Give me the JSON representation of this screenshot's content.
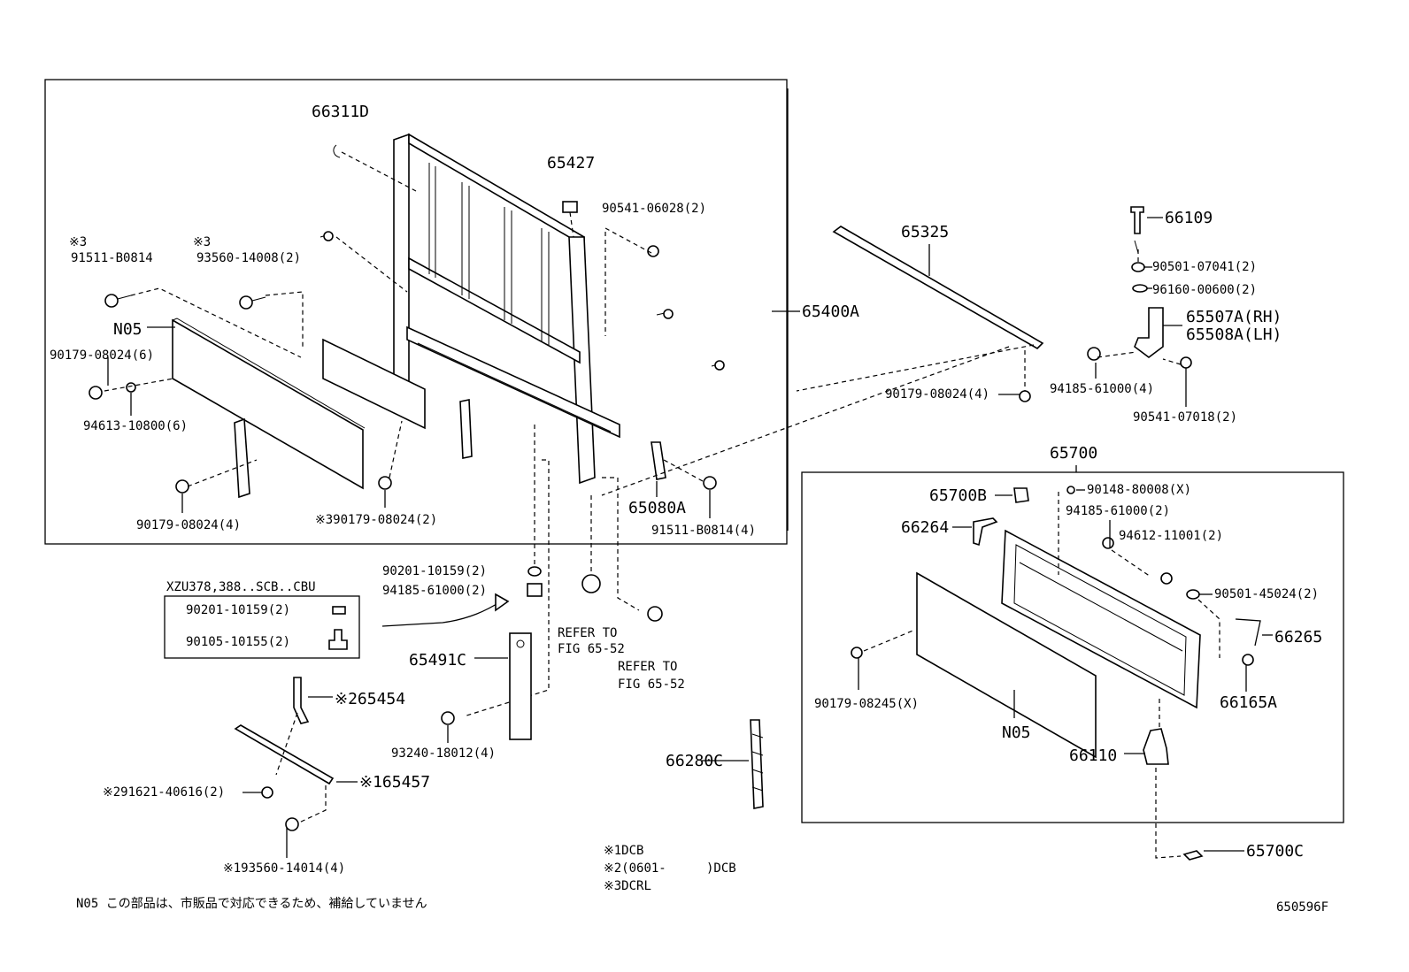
{
  "labels": {
    "p66311D": "66311D",
    "p65427": "65427",
    "p90541_06028": "90541-06028(2)",
    "p91511_hdr": "※3",
    "p91511_B0814": "91511-B0814",
    "p93560_hdr": "※3",
    "p93560_14008": "93560-14008(2)",
    "pN05_a": "N05",
    "p90179_08024_6": "90179-08024(6)",
    "p94613_10800": "94613-10800(6)",
    "p90179_08024_4a": "90179-08024(4)",
    "p390179_08024": "※390179-08024(2)",
    "p65080A": "65080A",
    "p91511_B0814_4": "91511-B0814(4)",
    "p65400A": "65400A",
    "p65325": "65325",
    "p90179_08024_4b": "90179-08024(4)",
    "p66109": "66109",
    "p90501_07041": "90501-07041(2)",
    "p96160_00600": "96160-00600(2)",
    "p65507A": "65507A(RH)",
    "p65508A": "65508A(LH)",
    "p94185_61000_4": "94185-61000(4)",
    "p90541_07018": "90541-07018(2)",
    "p65700": "65700",
    "p65700B": "65700B",
    "p90148_80008": "90148-80008(X)",
    "p94185_61000_2b": "94185-61000(2)",
    "p66264": "66264",
    "p94612_11001": "94612-11001(2)",
    "p90501_45024": "90501-45024(2)",
    "p66265": "66265",
    "p66165A": "66165A",
    "p90179_08245": "90179-08245(X)",
    "pN05_b": "N05",
    "p66110": "66110",
    "p65700C": "65700C",
    "p90201_10159_a": "90201-10159(2)",
    "p94185_61000_2a": "94185-61000(2)",
    "inset_title": "XZU378,388..SCB..CBU",
    "inset_90201": "90201-10159(2)",
    "inset_90105": "90105-10155(2)",
    "refer1_a": "REFER TO",
    "refer1_b": "FIG 65-52",
    "refer2_a": "REFER TO",
    "refer2_b": "FIG 65-52",
    "p65491C": "65491C",
    "p265454": "※265454",
    "p93240_18012": "93240-18012(4)",
    "p165457": "※165457",
    "p291621_40616": "※291621-40616(2)",
    "p193560_14014": "※193560-14014(4)",
    "p66280C": "66280C"
  },
  "notes": {
    "n1": "※1DCB",
    "n2a": "※2(0601-",
    "n2b": ")DCB",
    "n3": "※3DCRL",
    "footnote": "N05  この部品は、市販品で対応できるため、補給していません",
    "figure_id": "650596F"
  }
}
